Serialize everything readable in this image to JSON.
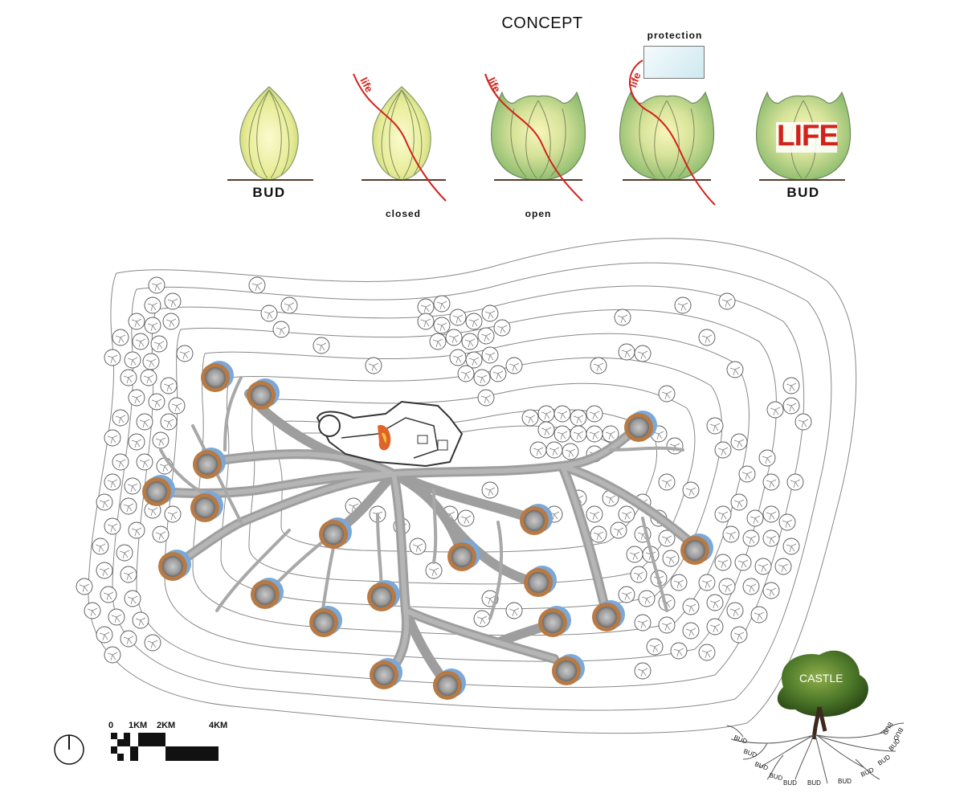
{
  "header": {
    "title": "CONCEPT"
  },
  "concept": {
    "bud_left": "BUD",
    "bud_right": "BUD",
    "closed": "closed",
    "open": "open",
    "life_stroke": "life",
    "protection": "protection",
    "life_sign": "LIFE"
  },
  "scale": {
    "s0": "0",
    "s1": "1KM",
    "s2": "2KM",
    "s4": "4KM"
  },
  "tree": {
    "castle": "CASTLE",
    "bud": "BUD"
  },
  "colors": {
    "bud_fill": "#e9ee9a",
    "leaf_green": "#8fbf6d",
    "life_red": "#d2221c",
    "root_gray": "#a5a5a5",
    "pod_brown": "#b87a45",
    "pod_blue": "#7aa8d8"
  }
}
